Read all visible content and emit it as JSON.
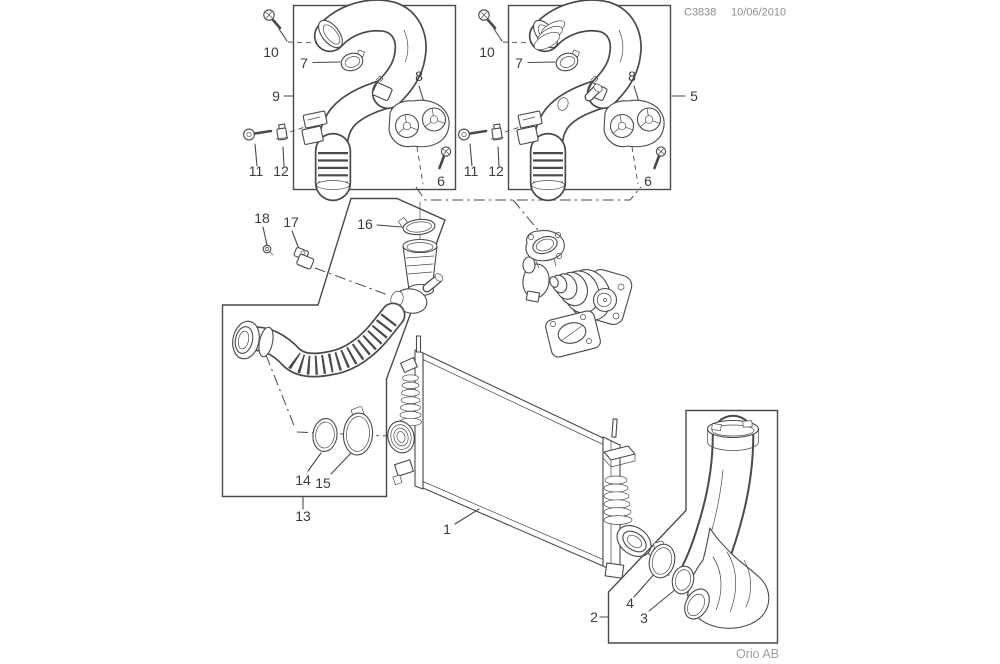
{
  "document": {
    "code": "C3838",
    "date": "10/06/2010",
    "brand": "Orio AB"
  },
  "colors": {
    "ink": "#4a4a4a",
    "label_text": "#3c3c3c",
    "header_text": "#8e8e8e",
    "brand_text": "#9e9e9e",
    "background": "#ffffff"
  },
  "callouts": {
    "n1": "1",
    "n2": "2",
    "n3": "3",
    "n4": "4",
    "n5": "5",
    "n6": "6",
    "n7": "7",
    "n8": "8",
    "n9": "9",
    "n10": "10",
    "n11": "11",
    "n12": "12",
    "n13": "13",
    "n14": "14",
    "n15": "15",
    "n16": "16",
    "n17": "17",
    "n18": "18"
  }
}
